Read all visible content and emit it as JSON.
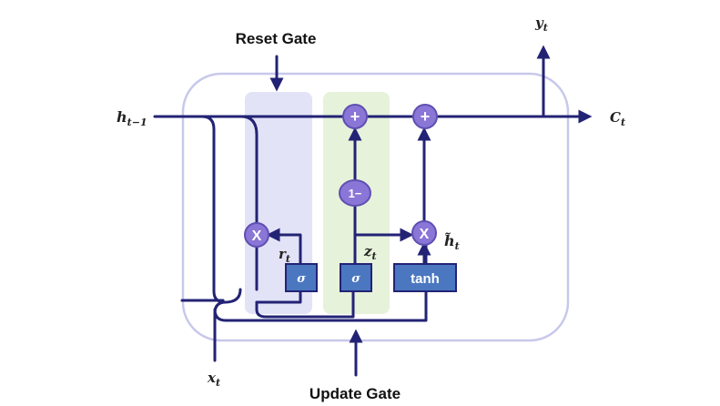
{
  "labels": {
    "reset_gate": "Reset Gate",
    "update_gate": "Update Gate",
    "h_prev": {
      "base": "h",
      "sub": "t−1"
    },
    "x_t": {
      "base": "x",
      "sub": "t"
    },
    "y_t": {
      "base": "y",
      "sub": "t"
    },
    "c_t": {
      "base": "C",
      "sub": "t"
    },
    "r_t": {
      "base": "r",
      "sub": "t"
    },
    "z_t": {
      "base": "z",
      "sub": "t"
    },
    "h_tilde": {
      "base": "h̃",
      "sub": "t"
    }
  },
  "ops": {
    "sigma_reset": "σ",
    "sigma_update": "σ",
    "tanh": "tanh",
    "one_minus": "1−",
    "multiply": "X",
    "add": "+"
  },
  "colors": {
    "line": "#232375",
    "cell_border": "#c8c8ec",
    "reset_band": "#e3e3f7",
    "update_band": "#e6f2da",
    "box_fill": "#4a77c0",
    "op_fill": "#8a76d6",
    "op_stroke": "#5f4fb2"
  }
}
